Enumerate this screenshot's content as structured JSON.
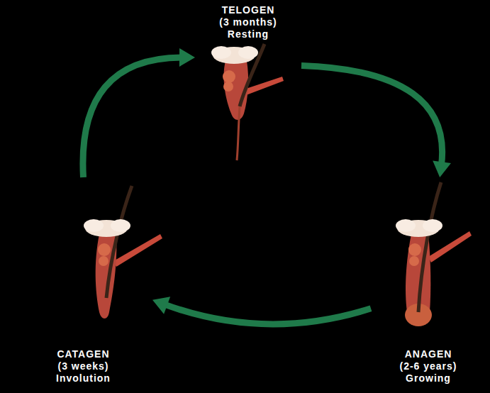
{
  "diagram": {
    "nodes": [
      {
        "text": [
          "TELOGEN",
          "(3 months)",
          "Resting"
        ]
      },
      {
        "text": [
          "CATAGEN",
          "(3 weeks)",
          "Involution"
        ]
      },
      {
        "text": [
          "ANAGEN",
          "(2-6 years)",
          "Growing"
        ]
      }
    ],
    "edges": [
      {
        "from": 0,
        "to": 2,
        "arrow": "to"
      },
      {
        "from": 2,
        "to": 1,
        "arrow": "to"
      },
      {
        "from": 1,
        "to": 0,
        "arrow": "to"
      }
    ]
  }
}
